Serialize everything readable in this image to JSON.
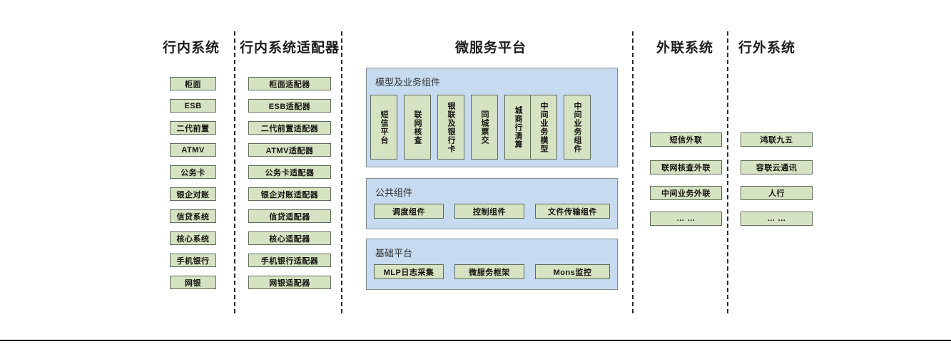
{
  "diagram": {
    "title_bar": null,
    "columns": [
      {
        "id": "in-bank-systems",
        "title": "行内系统",
        "items": [
          "柜面",
          "ESB",
          "二代前置",
          "ATMV",
          "公务卡",
          "银企对账",
          "信贷系统",
          "核心系统",
          "手机银行",
          "网银"
        ]
      },
      {
        "id": "in-bank-adapters",
        "title": "行内系统适配器",
        "items": [
          "柜面适配器",
          "ESB适配器",
          "二代前置适配器",
          "ATMV适配器",
          "公务卡适配器",
          "银企对账适配器",
          "信贷适配器",
          "核心适配器",
          "手机银行适配器",
          "网银适配器"
        ]
      },
      {
        "id": "microservice-platform",
        "title": "微服务平台",
        "panels": [
          {
            "id": "model-business-components",
            "label": "模型及业务组件",
            "orientation": "vertical",
            "items": [
              "短信平台",
              "联网核查",
              "银联及银行卡",
              "同城票交",
              "城商行清算",
              "中间业务模型",
              "中间业务组件"
            ]
          },
          {
            "id": "public-components",
            "label": "公共组件",
            "orientation": "horizontal",
            "items": [
              "调度组件",
              "控制组件",
              "文件传输组件"
            ]
          },
          {
            "id": "base-platform",
            "label": "基础平台",
            "orientation": "horizontal",
            "items": [
              "MLP日志采集",
              "微服务框架",
              "Mons监控"
            ]
          }
        ]
      },
      {
        "id": "external-link-systems",
        "title": "外联系统",
        "items": [
          "短信外联",
          "联网核查外联",
          "中间业务外联",
          "… …"
        ]
      },
      {
        "id": "off-bank-systems",
        "title": "行外系统",
        "items": [
          "鸿联九五",
          "容联云通讯",
          "人行",
          "… …"
        ]
      }
    ],
    "colors": {
      "box_fill": "#d6e3c3",
      "box_border": "#5f6b5a",
      "panel_fill": "#c7dbf0",
      "panel_border": "#8a8a8a",
      "divider": "#2b2b2b",
      "text": "#14120f",
      "background": "#ffffff"
    }
  }
}
